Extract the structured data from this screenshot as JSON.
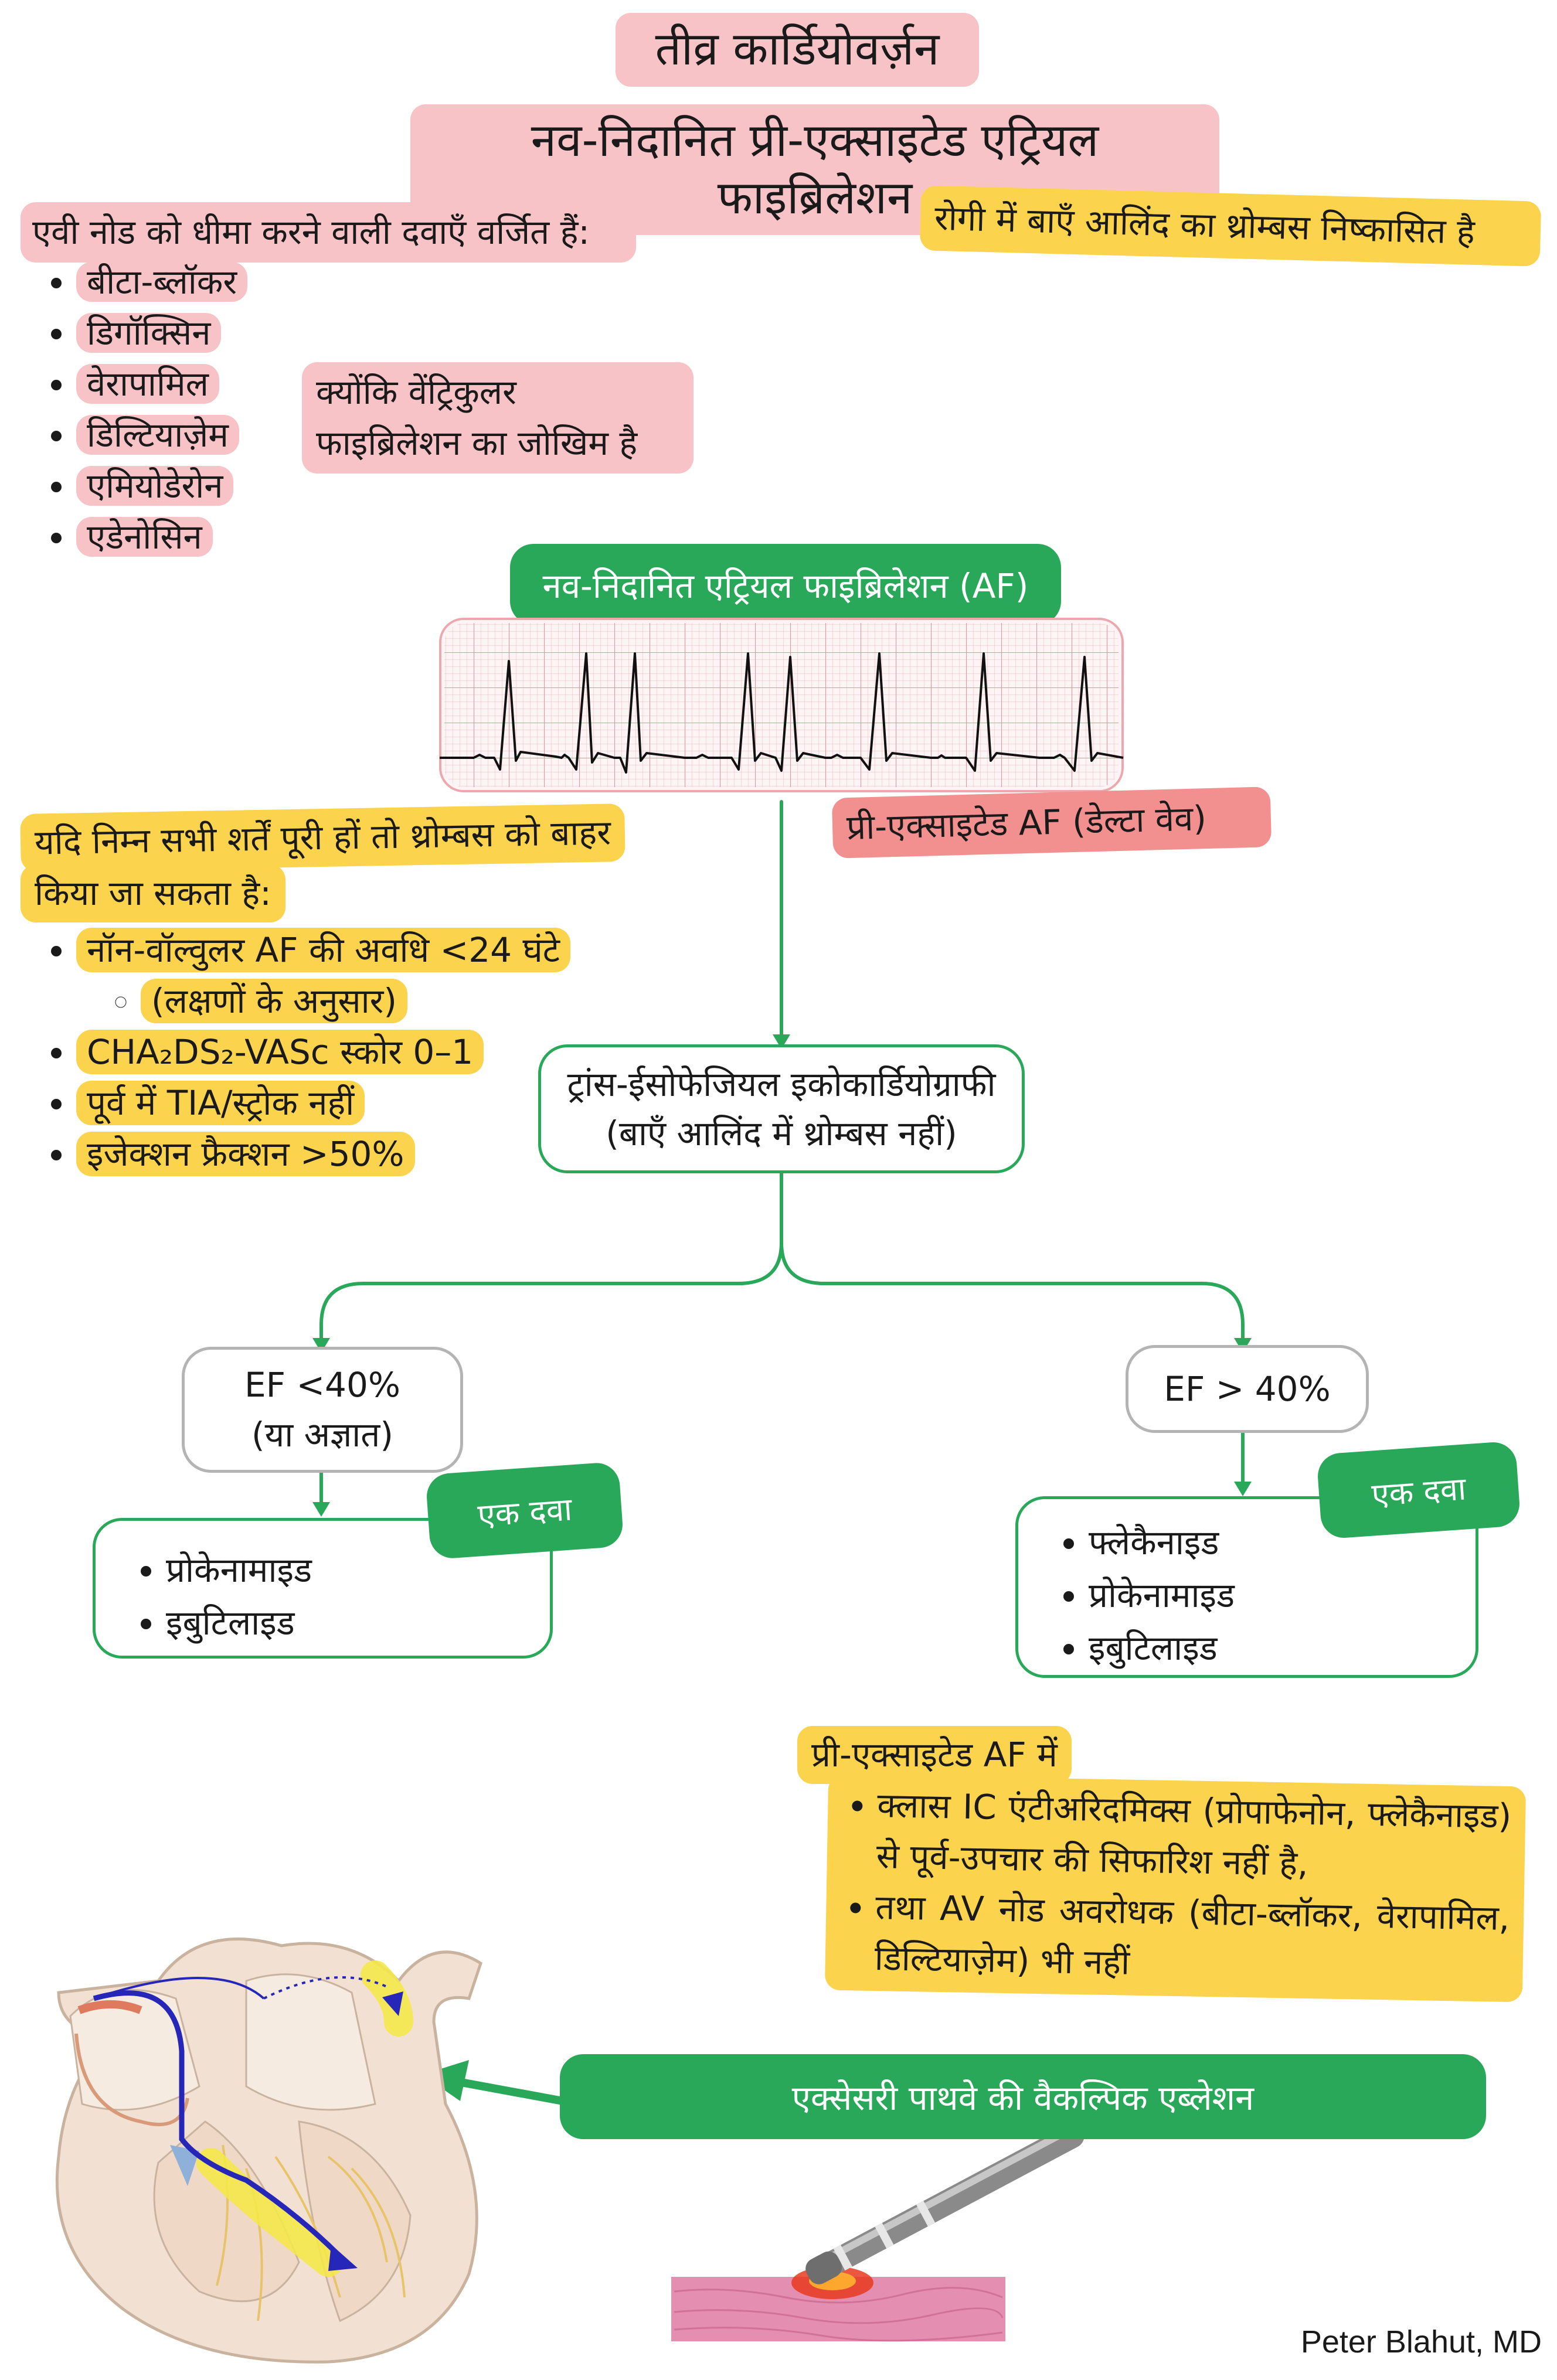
{
  "header": {
    "title": "तीव्र कार्डियोवर्ज़न",
    "subtitle": "नव-निदानित प्री-एक्साइटेड एट्रियल फाइब्रिलेशन"
  },
  "thrombus_note": "रोगी में बाएँ आलिंद का थ्रोम्बस निष्कासित है",
  "av_drugs": {
    "heading": "एवी नोड को धीमा करने वाली दवाएँ वर्जित हैं:",
    "items": [
      "बीटा-ब्लॉकर",
      "डिगॉक्सिन",
      "वेरापामिल",
      "डिल्टियाज़ेम",
      "एमियोडेरोन",
      "एडेनोसिन"
    ],
    "reason_line1": "क्योंकि वेंट्रिकुलर",
    "reason_line2": "फाइब्रिलेशन का जोखिम है"
  },
  "af_label": "नव-निदानित एट्रियल फाइब्रिलेशन (AF)",
  "delta_label": "प्री-एक्साइटेड AF (डेल्टा वेव)",
  "conditions": {
    "line1": "यदि निम्न सभी शर्तें पूरी हों तो थ्रोम्बस को बाहर",
    "line2": "किया जा सकता है:",
    "items": [
      "नॉन-वॉल्वुलर AF की अवधि <24 घंटे",
      "CHA₂DS₂-VASc स्कोर 0–1",
      "पूर्व में TIA/स्ट्रोक नहीं",
      "इजेक्शन फ्रैक्शन >50%"
    ],
    "sub_item": "(लक्षणों के अनुसार)"
  },
  "tee": {
    "line1": "ट्रांस-ईसोफेजियल इकोकार्डियोग्राफी",
    "line2": "(बाएँ आलिंद में थ्रोम्बस नहीं)"
  },
  "left_branch": {
    "ef_line1": "EF <40%",
    "ef_line2": "(या अज्ञात)",
    "tag": "एक दवा",
    "drugs": [
      "प्रोकेनामाइड",
      "इबुटिलाइड"
    ]
  },
  "right_branch": {
    "ef": "EF > 40%",
    "tag": "एक दवा",
    "drugs": [
      "फ्लेकैनाइड",
      "प्रोकेनामाइड",
      "इबुटिलाइड"
    ]
  },
  "preexcited": {
    "heading": "प्री-एक्साइटेड AF में",
    "items": [
      "क्लास IC एंटीअरिदमिक्स (प्रोपाफेनोन, फ्लेकैनाइड) से पूर्व-उपचार की सिफारिश नहीं है,",
      "तथा AV नोड अवरोधक (बीटा-ब्लॉकर, वेरापामिल, डिल्टियाज़ेम) भी नहीं"
    ]
  },
  "ablation_label": "एक्सेसरी पाथवे की वैकल्पिक एब्लेशन",
  "author": "Peter Blahut, MD",
  "colors": {
    "green": "#2aa85a",
    "pink": "#f7c3c6",
    "red": "#f28f8f",
    "yellow": "#fcd34d"
  },
  "icons": [
    "ecg-strip",
    "heart-illustration",
    "ablation-catheter"
  ]
}
